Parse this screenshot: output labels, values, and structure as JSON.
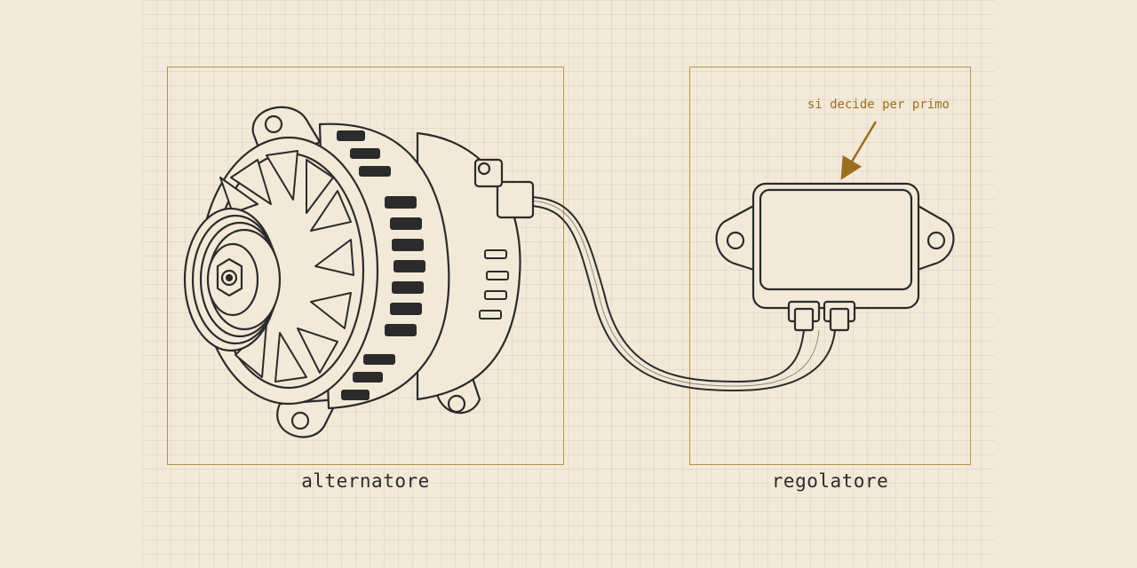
{
  "labels": {
    "alternator": "alternatore",
    "regulator": "regolatore",
    "annotation": "si decide per primo"
  },
  "colors": {
    "background": "#f3e9d8",
    "frame": "#b8924a",
    "ink": "#2b2b2b",
    "annotation": "#9a6e1c"
  },
  "icons": {
    "alternator": "alternator-icon",
    "regulator": "voltage-regulator-icon",
    "arrow": "annotation-arrow-icon"
  }
}
